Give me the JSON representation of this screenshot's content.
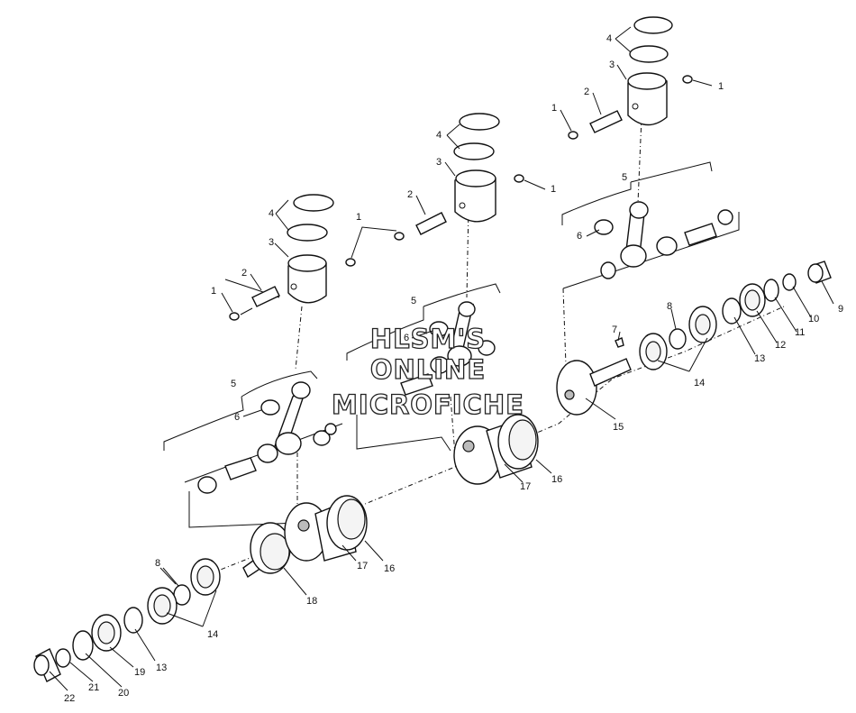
{
  "watermark": {
    "line1": "HLSM'S",
    "line2": "ONLINE",
    "line3": "MICROFICHE"
  },
  "callouts": {
    "c1": "1",
    "c2": "2",
    "c3": "3",
    "c4": "4",
    "c5": "5",
    "c6": "6",
    "c7": "7",
    "c8": "8",
    "c9": "9",
    "c10": "10",
    "c11": "11",
    "c12": "12",
    "c13": "13",
    "c14": "14",
    "c15": "15",
    "c16": "16",
    "c17": "17",
    "c18": "18",
    "c19": "19",
    "c20": "20",
    "c21": "21",
    "c22": "22"
  }
}
